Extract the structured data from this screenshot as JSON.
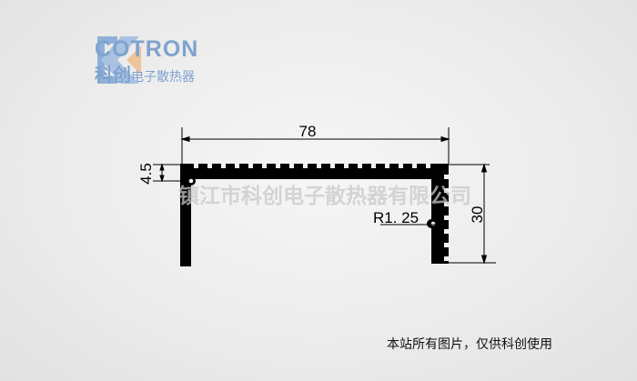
{
  "logo": {
    "brand": "COTRON",
    "brand_cn_main": "科创",
    "brand_cn_sub": "电子散热器"
  },
  "drawing": {
    "width_label": "78",
    "height_label": "30",
    "thickness_label": "4.5",
    "radius_label": "R1. 25"
  },
  "watermark": "镇江市科创电子散热器有限公司",
  "footer_note": "本站所有图片，仅供科创使用"
}
